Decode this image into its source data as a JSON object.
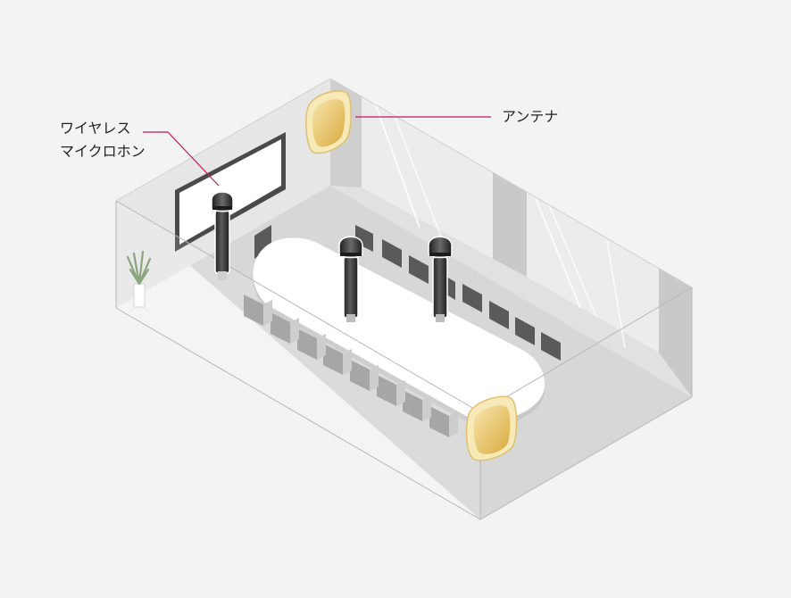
{
  "labels": {
    "wireless_mic_line1": "ワイヤレス",
    "wireless_mic_line2": "マイクロホン",
    "antenna": "アンテナ"
  },
  "colors": {
    "background": "#f3f3f3",
    "leader_line": "#c0175d",
    "antenna_fill": "#eccf7a",
    "mic_body": "#3b3b3b"
  },
  "icons": [
    "wireless-microphone-icon",
    "antenna-icon",
    "plant-icon",
    "chair-icon",
    "screen-icon",
    "conference-table-icon"
  ]
}
